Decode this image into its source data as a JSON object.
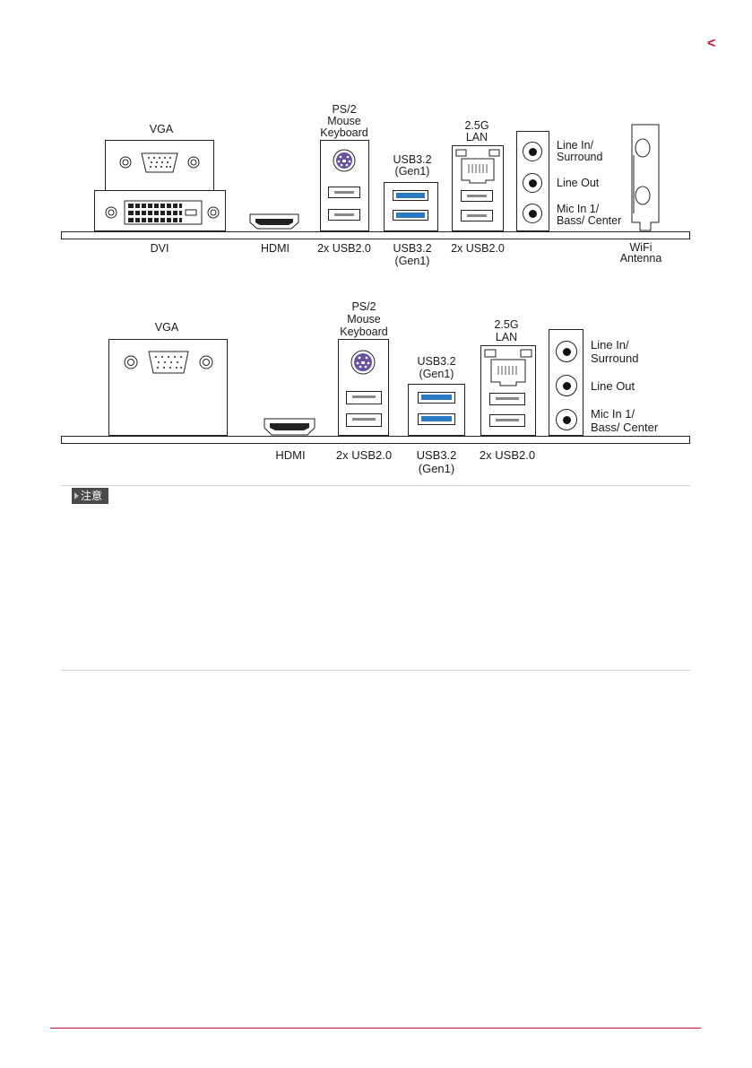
{
  "page": {
    "corner_mark": "<"
  },
  "top_panel": {
    "vga": "VGA",
    "ps2": [
      "PS/2",
      "Mouse",
      "Keyboard"
    ],
    "usb32": [
      "USB3.2",
      "(Gen1)"
    ],
    "lan": [
      "2.5G",
      "LAN"
    ],
    "audio_line_in": [
      "Line In/",
      "Surround"
    ],
    "audio_line_out": "Line Out",
    "audio_mic": [
      "Mic In 1/",
      "Bass/ Center"
    ],
    "bottom": {
      "dvi": "DVI",
      "hdmi": "HDMI",
      "usb20_a": "2x USB2.0",
      "usb32": [
        "USB3.2",
        "(Gen1)"
      ],
      "usb20_b": "2x USB2.0",
      "wifi": [
        "WiFi",
        "Antenna"
      ]
    }
  },
  "bottom_panel": {
    "vga": "VGA",
    "ps2": [
      "PS/2",
      "Mouse",
      "Keyboard"
    ],
    "usb32": [
      "USB3.2",
      "(Gen1)"
    ],
    "lan": [
      "2.5G",
      "LAN"
    ],
    "audio_line_in": [
      "Line In/",
      "Surround"
    ],
    "audio_line_out": "Line Out",
    "audio_mic": [
      "Mic In 1/",
      "Bass/ Center"
    ],
    "bottom": {
      "hdmi": "HDMI",
      "usb20_a": "2x USB2.0",
      "usb32": [
        "USB3.2",
        "(Gen1)"
      ],
      "usb20_b": "2x USB2.0"
    }
  },
  "note": {
    "label": "注意"
  },
  "colors": {
    "accent": "#c8102e",
    "usb3_blue": "#2b79c2",
    "ps2_purple": "#6b4fa0"
  }
}
